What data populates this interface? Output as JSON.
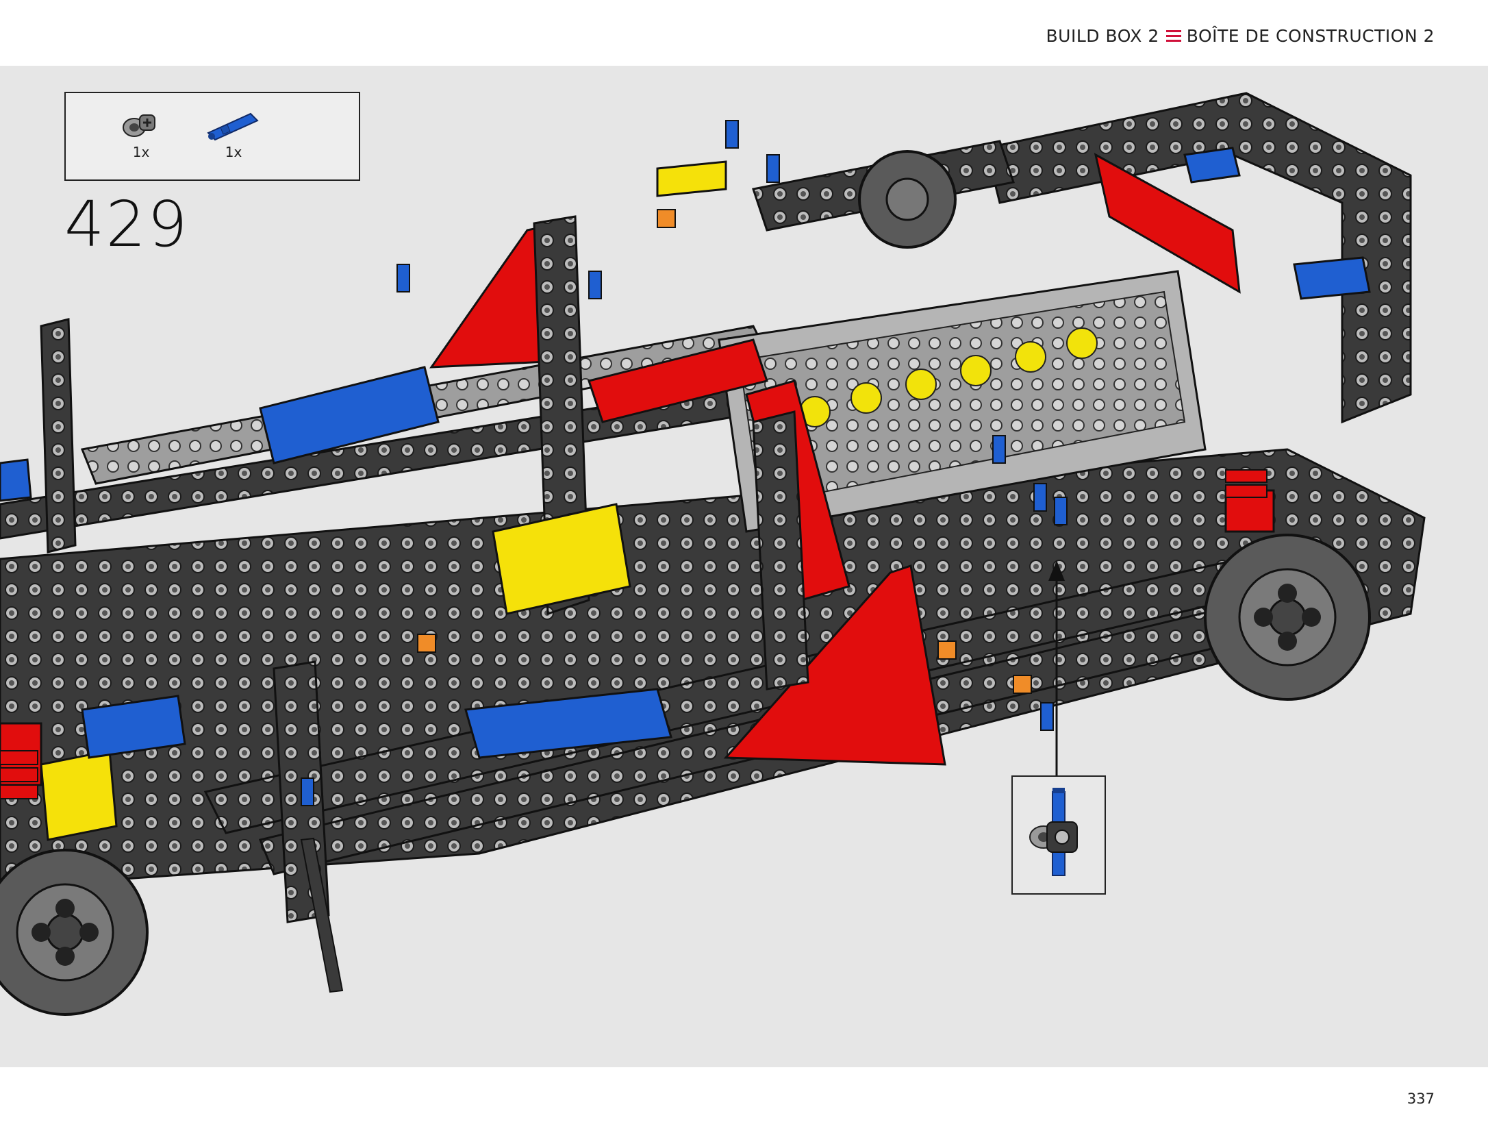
{
  "header": {
    "left_label": "BUILD BOX 2",
    "right_label": "BOÎTE DE CONSTRUCTION 2",
    "divider_color": "#d0103a"
  },
  "parts_list": [
    {
      "icon": "grey-axle-connector-icon",
      "qty": "1x"
    },
    {
      "icon": "blue-pin-icon",
      "qty": "1x"
    }
  ],
  "step": {
    "number": "429"
  },
  "colors": {
    "background": "#e6e6e6",
    "frame_dark": "#3a3a3a",
    "accent_red": "#e10d0d",
    "accent_blue": "#1f5fd1",
    "accent_yellow": "#f5e10a",
    "light_grey": "#a8a8a8"
  },
  "footer": {
    "page_number": "337"
  }
}
